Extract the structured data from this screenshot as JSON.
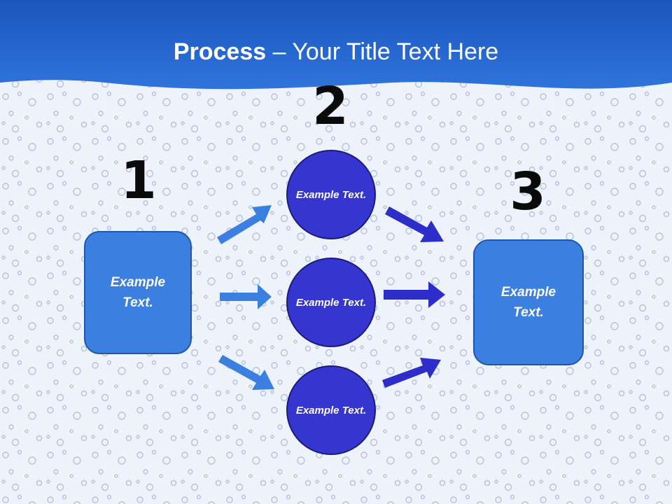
{
  "title": {
    "bold": "Process",
    "rest": " – Your Title Text Here"
  },
  "steps": {
    "one": {
      "number": "1",
      "text": "Example Text."
    },
    "two": {
      "number": "2",
      "items": [
        {
          "text": "Example Text."
        },
        {
          "text": "Example Text."
        },
        {
          "text": "Example Text."
        }
      ]
    },
    "three": {
      "number": "3",
      "text": "Example Text."
    }
  },
  "colors": {
    "header": "#1f5fc4",
    "box_fill": "#3b7fe0",
    "circle_fill": "#3535cf",
    "arrow_in": "#3b7fe0",
    "arrow_out": "#2d2dc9"
  }
}
